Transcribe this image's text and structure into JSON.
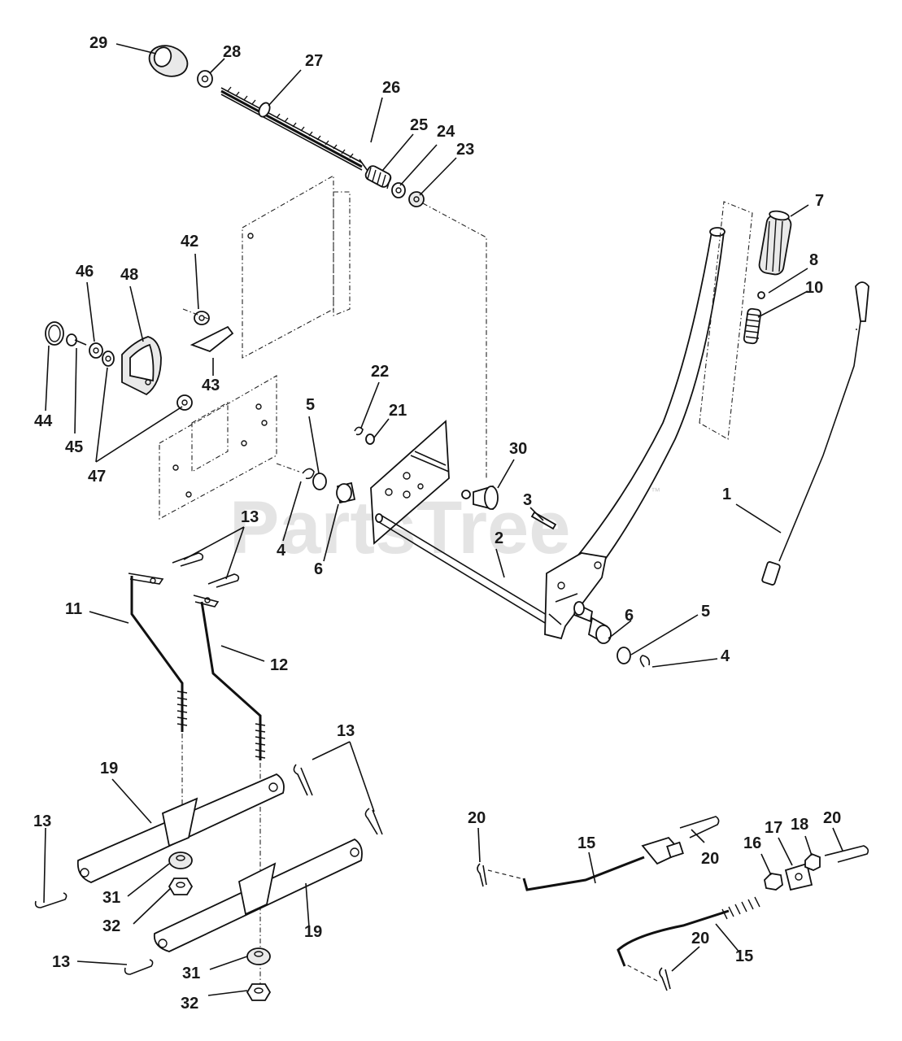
{
  "watermark": {
    "text": "PartsTree",
    "trademark": "™"
  },
  "callouts": [
    {
      "id": "c29",
      "text": "29"
    },
    {
      "id": "c28",
      "text": "28"
    },
    {
      "id": "c27",
      "text": "27"
    },
    {
      "id": "c26",
      "text": "26"
    },
    {
      "id": "c25",
      "text": "25"
    },
    {
      "id": "c24",
      "text": "24"
    },
    {
      "id": "c23",
      "text": "23"
    },
    {
      "id": "c7",
      "text": "7"
    },
    {
      "id": "c8",
      "text": "8"
    },
    {
      "id": "c10",
      "text": "10"
    },
    {
      "id": "c42",
      "text": "42"
    },
    {
      "id": "c46",
      "text": "46"
    },
    {
      "id": "c48",
      "text": "48"
    },
    {
      "id": "c43",
      "text": "43"
    },
    {
      "id": "c44",
      "text": "44"
    },
    {
      "id": "c45",
      "text": "45"
    },
    {
      "id": "c47",
      "text": "47"
    },
    {
      "id": "c22",
      "text": "22"
    },
    {
      "id": "c21",
      "text": "21"
    },
    {
      "id": "c5a",
      "text": "5"
    },
    {
      "id": "c30",
      "text": "30"
    },
    {
      "id": "c3",
      "text": "3"
    },
    {
      "id": "c1",
      "text": "1"
    },
    {
      "id": "c13a",
      "text": "13"
    },
    {
      "id": "c4a",
      "text": "4"
    },
    {
      "id": "c6a",
      "text": "6"
    },
    {
      "id": "c2",
      "text": "2"
    },
    {
      "id": "c11",
      "text": "11"
    },
    {
      "id": "c12",
      "text": "12"
    },
    {
      "id": "c6b",
      "text": "6"
    },
    {
      "id": "c5b",
      "text": "5"
    },
    {
      "id": "c4b",
      "text": "4"
    },
    {
      "id": "c13b",
      "text": "13"
    },
    {
      "id": "c19a",
      "text": "19"
    },
    {
      "id": "c13c",
      "text": "13"
    },
    {
      "id": "c20a",
      "text": "20"
    },
    {
      "id": "c15a",
      "text": "15"
    },
    {
      "id": "c20b",
      "text": "20"
    },
    {
      "id": "c16",
      "text": "16"
    },
    {
      "id": "c17",
      "text": "17"
    },
    {
      "id": "c18",
      "text": "18"
    },
    {
      "id": "c20c",
      "text": "20"
    },
    {
      "id": "c31a",
      "text": "31"
    },
    {
      "id": "c32a",
      "text": "32"
    },
    {
      "id": "c19b",
      "text": "19"
    },
    {
      "id": "c13d",
      "text": "13"
    },
    {
      "id": "c31b",
      "text": "31"
    },
    {
      "id": "c32b",
      "text": "32"
    },
    {
      "id": "c20d",
      "text": "20"
    },
    {
      "id": "c15b",
      "text": "15"
    }
  ]
}
